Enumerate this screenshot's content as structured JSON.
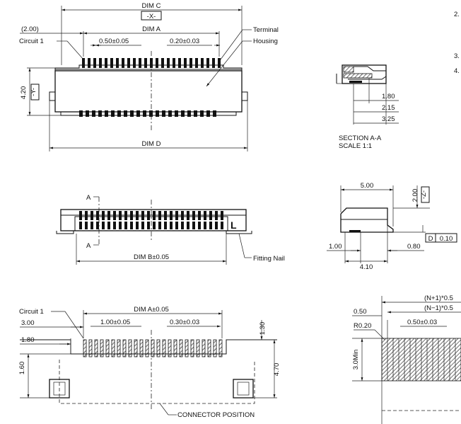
{
  "top_view": {
    "dim_c": "DIM C",
    "datum_x": "-X-",
    "dim_a": "DIM A",
    "dim_2_00": "(2.00)",
    "circuit_1": "Circuit 1",
    "pitch": "0.50±0.05",
    "terminal_width": "0.20±0.03",
    "terminal": "Terminal",
    "housing": "Housing",
    "height_4_20": "4.20",
    "datum_y": "-Y-",
    "dim_d": "DIM D"
  },
  "section_view": {
    "d_1_80": "1.80",
    "d_2_15": "2.15",
    "d_3_25": "3.25",
    "title": "SECTION A-A",
    "scale": "SCALE    1:1"
  },
  "front_view": {
    "label_a_top": "A",
    "label_a_bottom": "A",
    "label_l": "L",
    "dim_b": "DIM B±0.05",
    "fitting_nail": "Fitting Nail"
  },
  "side_view": {
    "d_5_00": "5.00",
    "d_2_00": "2.00",
    "datum_z": "-Z-",
    "flatness_symbol": "D",
    "flatness_value": "0.10",
    "d_1_00": "1.00",
    "d_0_80": "0.80",
    "d_4_10": "4.10"
  },
  "pcb_view": {
    "circuit_1": "Circuit 1",
    "dim_a": "DIM A±0.05",
    "d_3_00": "3.00",
    "d_1_80": "1.80",
    "d_1_60": "1.60",
    "pitch": "1.00±0.05",
    "pad_width": "0.30±0.03",
    "d_1_30": "1.30",
    "d_4_70": "4.70",
    "connector_position": "CONNECTOR POSITION"
  },
  "fpc_view": {
    "n_plus_1": "(N+1)*0.5",
    "n_minus_1": "(N−1)*0.5",
    "d_0_50": "0.50",
    "r_0_20": "R0.20",
    "pitch": "0.50±0.03",
    "min_3_0": "3.0Min"
  },
  "notes": [
    "2.",
    "3.",
    "4."
  ]
}
